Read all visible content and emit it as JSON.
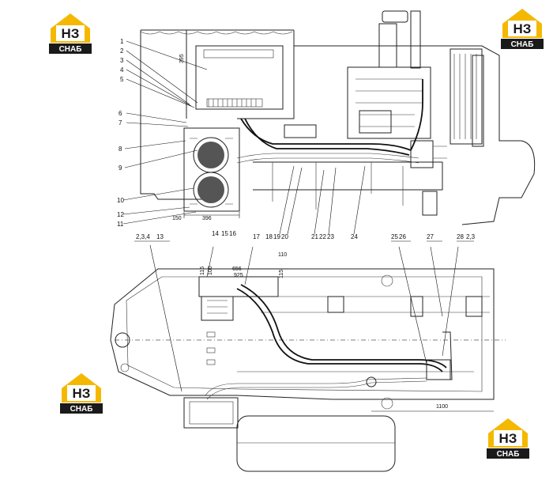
{
  "brand": {
    "icon_text": "НЗ",
    "word": "СНАБ",
    "yellow": "#f5b800",
    "dark": "#1a1a1a"
  },
  "callouts_top": [
    "1",
    "2",
    "3",
    "4",
    "5",
    "6",
    "7",
    "8",
    "9",
    "10",
    "12",
    "11"
  ],
  "callouts_bottom_row": [
    "2,3,4",
    "13",
    "14",
    "15",
    "16",
    "17",
    "18",
    "19",
    "20",
    "21",
    "22",
    "23",
    "24",
    "25",
    "26",
    "27",
    "28",
    "2,3"
  ],
  "dimensions": {
    "d150": "150",
    "d396": "396",
    "d110": "110",
    "d115a": "115",
    "d100": "100",
    "d656": "656",
    "d925": "925",
    "d115b": "115",
    "d1100": "1100",
    "d395": "395"
  }
}
